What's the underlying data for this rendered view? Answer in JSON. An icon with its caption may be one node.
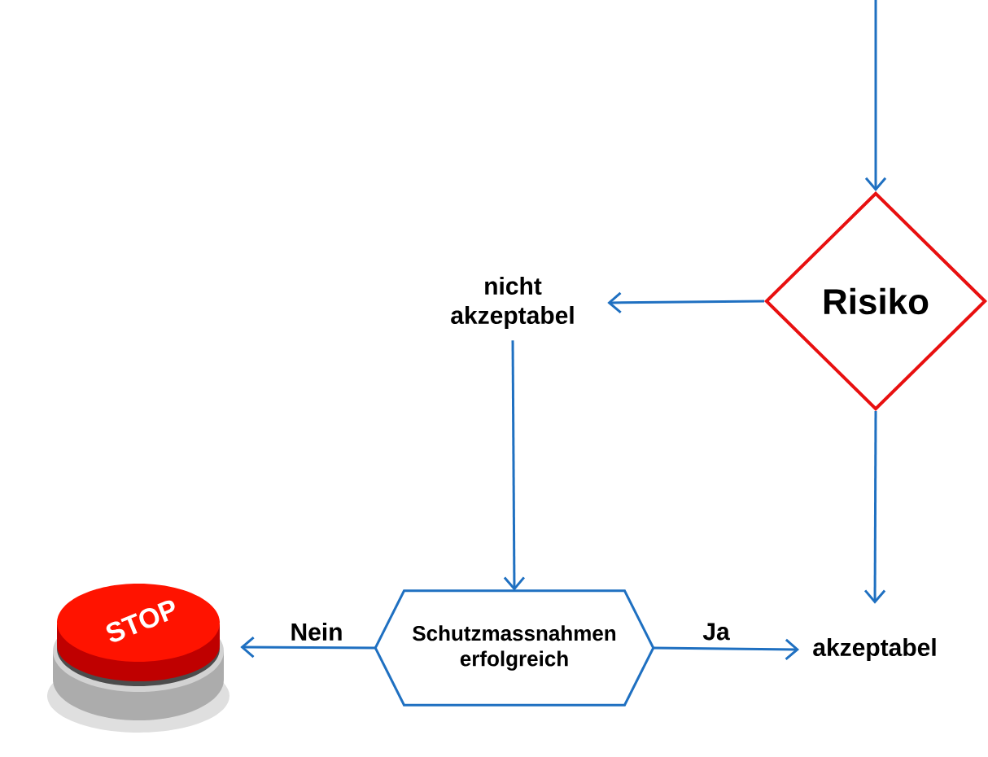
{
  "diagram": {
    "nodes": [
      {
        "text": [
          "Risiko"
        ]
      },
      {
        "text": [
          "nicht akzeptabel"
        ]
      },
      {
        "text": [
          "Schutzmassnahmen erfolgreich"
        ]
      },
      {
        "text": [
          "STOP"
        ]
      },
      {
        "text": [
          "akzeptabel"
        ]
      }
    ],
    "edges": [
      {
        "from": null,
        "to": 0,
        "arrow": "to"
      },
      {
        "from": 0,
        "to": 1,
        "arrow": "to"
      },
      {
        "from": 1,
        "to": 2,
        "arrow": "to"
      },
      {
        "from": 2,
        "to": 3,
        "arrow": "to",
        "label": "Nein"
      },
      {
        "from": 2,
        "to": 4,
        "arrow": "to",
        "label": "Ja"
      },
      {
        "from": 0,
        "to": 4,
        "arrow": "to"
      }
    ]
  }
}
